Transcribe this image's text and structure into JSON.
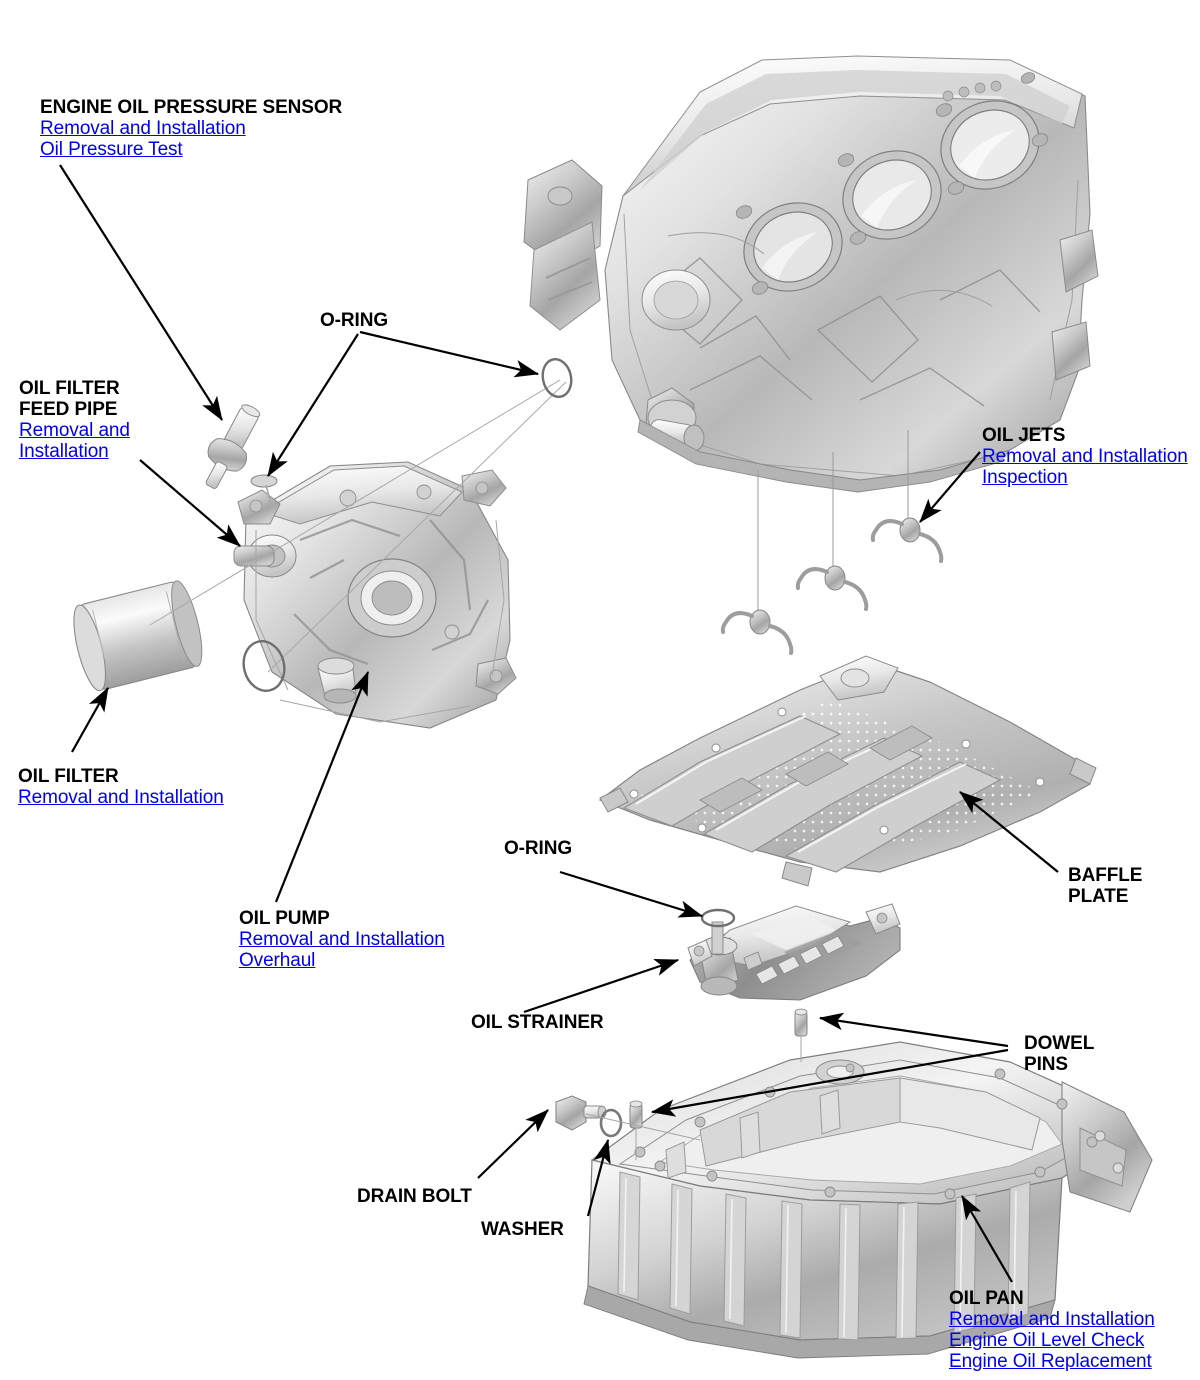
{
  "diagram": {
    "type": "exploded-parts-diagram",
    "subject": "Engine lubrication system components",
    "accent_link_color": "#0000ee",
    "text_color": "#000000",
    "background_color": "#ffffff"
  },
  "callouts": [
    {
      "id": "engine-oil-pressure-sensor",
      "title": "ENGINE OIL PRESSURE SENSOR",
      "links": [
        "Removal and Installation",
        "Oil Pressure Test"
      ]
    },
    {
      "id": "oil-filter-feed-pipe",
      "title": "OIL FILTER\nFEED PIPE",
      "links": [
        "Removal and ",
        "Installation"
      ]
    },
    {
      "id": "o-ring-upper",
      "title": "O-RING",
      "links": []
    },
    {
      "id": "oil-filter",
      "title": "OIL FILTER",
      "links": [
        "Removal and Installation"
      ]
    },
    {
      "id": "oil-pump",
      "title": "OIL PUMP",
      "links": [
        "Removal and Installation",
        "Overhaul"
      ]
    },
    {
      "id": "oil-jets",
      "title": "OIL JETS",
      "links": [
        "Removal and Installation",
        "Inspection"
      ]
    },
    {
      "id": "baffle-plate",
      "title": "BAFFLE\nPLATE",
      "links": []
    },
    {
      "id": "o-ring-lower",
      "title": "O-RING",
      "links": []
    },
    {
      "id": "oil-strainer",
      "title": "OIL STRAINER",
      "links": []
    },
    {
      "id": "dowel-pins",
      "title": "DOWEL\nPINS",
      "links": []
    },
    {
      "id": "drain-bolt",
      "title": "DRAIN BOLT",
      "links": []
    },
    {
      "id": "washer",
      "title": "WASHER",
      "links": []
    },
    {
      "id": "oil-pan",
      "title": "OIL PAN",
      "links": [
        "Removal and Installation",
        "Engine Oil Level Check",
        "Engine Oil Replacement"
      ]
    }
  ],
  "parts": [
    {
      "id": "engine-block",
      "name": "engine block"
    },
    {
      "id": "oil-pump-housing",
      "name": "oil pump housing"
    },
    {
      "id": "oil-filter-canister",
      "name": "oil filter canister"
    },
    {
      "id": "oil-filter-feed-pipe-part",
      "name": "oil filter feed pipe"
    },
    {
      "id": "pressure-sensor-part",
      "name": "engine oil pressure sensor"
    },
    {
      "id": "o-ring-block",
      "name": "o-ring at block"
    },
    {
      "id": "o-ring-pump",
      "name": "o-ring at pump"
    },
    {
      "id": "oil-jet-1",
      "name": "oil jet"
    },
    {
      "id": "oil-jet-2",
      "name": "oil jet"
    },
    {
      "id": "oil-jet-3",
      "name": "oil jet"
    },
    {
      "id": "baffle-plate-part",
      "name": "baffle plate"
    },
    {
      "id": "oil-strainer-part",
      "name": "oil strainer"
    },
    {
      "id": "o-ring-strainer",
      "name": "o-ring at strainer"
    },
    {
      "id": "oil-pan-part",
      "name": "oil pan"
    },
    {
      "id": "drain-bolt-part",
      "name": "drain bolt"
    },
    {
      "id": "washer-part",
      "name": "drain bolt washer"
    },
    {
      "id": "dowel-pin-1",
      "name": "dowel pin"
    },
    {
      "id": "dowel-pin-2",
      "name": "dowel pin"
    }
  ]
}
